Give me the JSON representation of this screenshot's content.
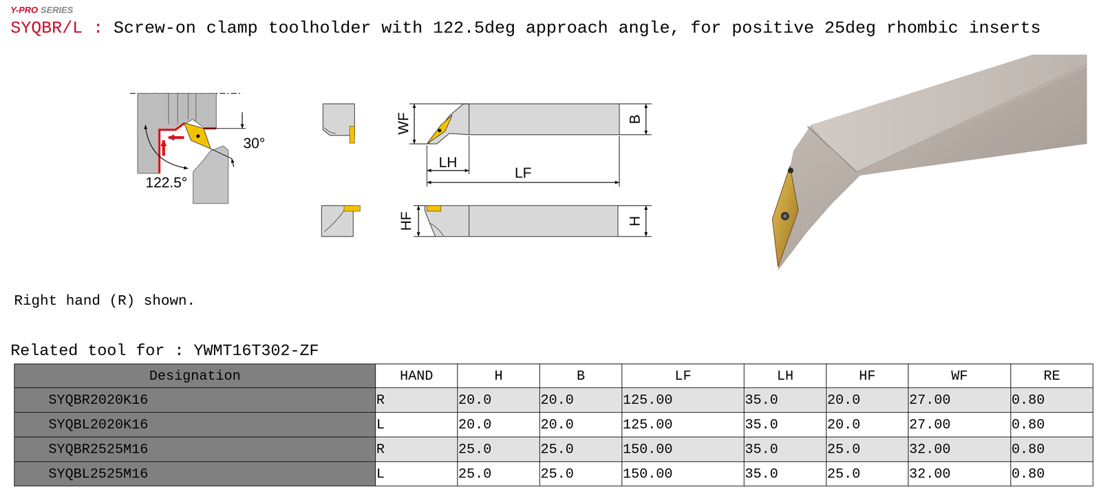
{
  "diagram": {
    "title": "Screw-on clamp toolholder with 122.5deg approach angle, for positive 25deg rhombic inserts",
    "labels": [
      "Y-PRO",
      "SERIES",
      "SYQBR/L :",
      "122.5°",
      "30°",
      "WF",
      "LH",
      "LF",
      "B",
      "HF",
      "H",
      "Right hand (R) shown.",
      "Related tool for : YWMT16T302-ZF",
      "Designation",
      "HAND",
      "H",
      "B",
      "LF",
      "LH",
      "HF",
      "WF",
      "RE",
      "SYQBR2020K16",
      "R",
      "20.0",
      "20.0",
      "125.00",
      "35.0",
      "20.0",
      "27.00",
      "0.80",
      "SYQBL2020K16",
      "L",
      "20.0",
      "20.0",
      "125.00",
      "35.0",
      "20.0",
      "27.00",
      "0.80",
      "SYQBR2525M16",
      "R",
      "25.0",
      "25.0",
      "150.00",
      "35.0",
      "25.0",
      "32.00",
      "0.80",
      "SYQBL2525M16",
      "L",
      "25.0",
      "25.0",
      "150.00",
      "35.0",
      "25.0",
      "32.00",
      "0.80"
    ]
  }
}
